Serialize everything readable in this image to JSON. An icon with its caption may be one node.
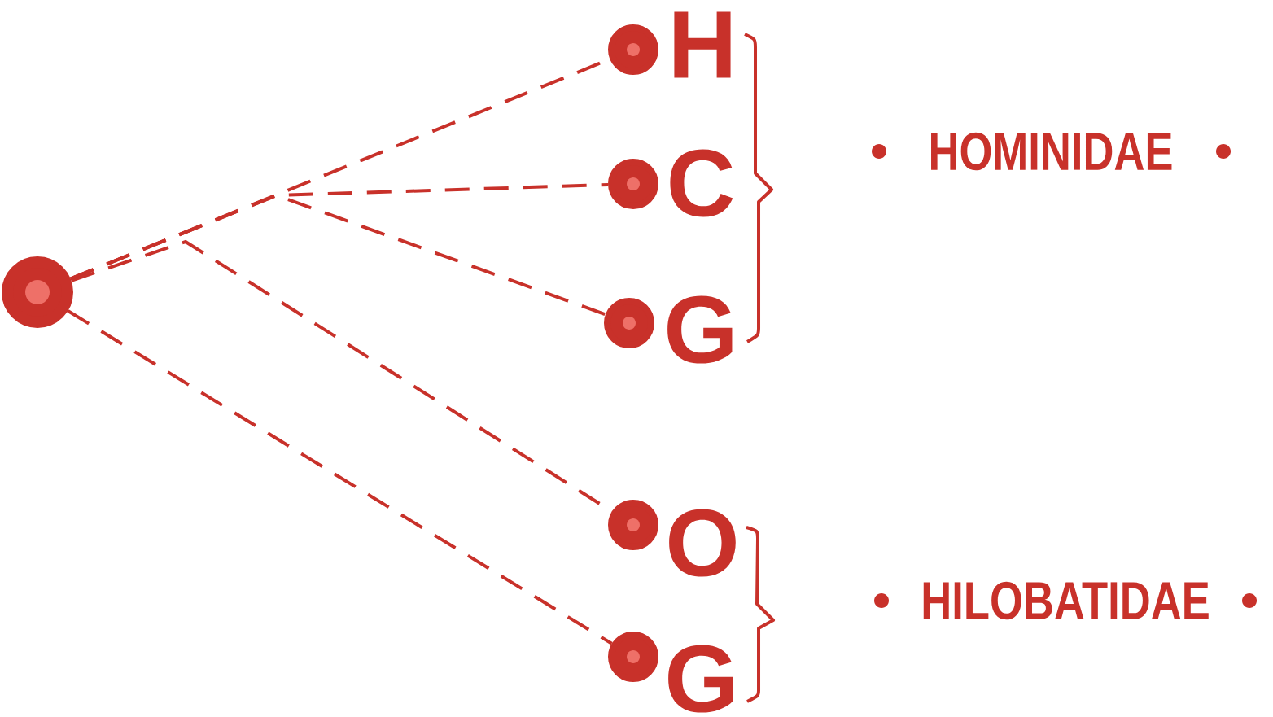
{
  "diagram": {
    "nodes": [
      {
        "text": [],
        "shape": "circle"
      },
      {
        "text": [],
        "shape": "circle",
        "beside": [
          "H"
        ]
      },
      {
        "text": [],
        "shape": "circle",
        "beside": [
          "C"
        ]
      },
      {
        "text": [],
        "shape": "circle",
        "beside": [
          "G"
        ]
      },
      {
        "text": [],
        "shape": "circle",
        "beside": [
          "O"
        ]
      },
      {
        "text": [],
        "shape": "circle",
        "beside": [
          "G"
        ]
      }
    ],
    "edges": [
      {
        "from": 0,
        "to": 1,
        "arrow": "none",
        "style": "dashed"
      },
      {
        "from": 0,
        "to": 2,
        "arrow": "none",
        "style": "dashed"
      },
      {
        "from": 0,
        "to": 3,
        "arrow": "none",
        "style": "dashed"
      },
      {
        "from": 0,
        "to": 4,
        "arrow": "none",
        "style": "dashed"
      },
      {
        "from": 0,
        "to": 5,
        "arrow": "none",
        "style": "dashed"
      }
    ],
    "labels": [
      "HOMINIDAE",
      "HILOBATIDAE"
    ]
  }
}
